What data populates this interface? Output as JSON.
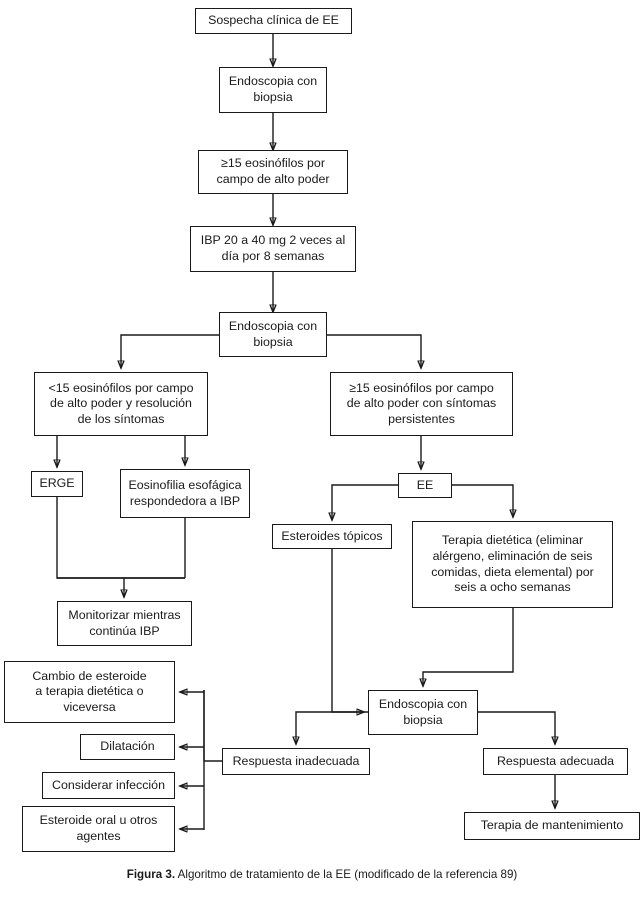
{
  "figure": {
    "caption_label": "Figura 3.",
    "caption_text": " Algoritmo de tratamiento de la EE (modificado de la referencia 89)",
    "stroke_color": "#1a1a1a",
    "background_color": "#ffffff"
  },
  "nodes": {
    "sospecha_clinica": "Sospecha clínica de EE",
    "endoscopia_biopsia_1": "Endoscopia con\nbiopsia",
    "eosinofilos_15": "≥15 eosinófilos por\ncampo de alto poder",
    "ibp_dosis": "IBP 20 a 40 mg 2 veces al\ndía por 8 semanas",
    "endoscopia_biopsia_2": "Endoscopia con\nbiopsia",
    "menos_15_resolucion": "<15 eosinófilos por campo\nde alto poder y resolución\nde los síntomas",
    "mas_15_persistentes": "≥15 eosinófilos por campo\nde alto poder con síntomas\npersistentes",
    "erge": "ERGE",
    "eosinofilia_respondedora": "Eosinofilia esofágica\nrespondedora a IBP",
    "ee": "EE",
    "esteroides_topicos": "Esteroides tópicos",
    "terapia_dietetica": "Terapia dietética (eliminar\nalérgeno, eliminación de seis\ncomidas, dieta elemental)  por\nseis a ocho semanas",
    "monitorizar": "Monitorizar mientras\ncontinúa IBP",
    "endoscopia_biopsia_3": "Endoscopia con\nbiopsia",
    "respuesta_inadecuada": "Respuesta inadecuada",
    "respuesta_adecuada": "Respuesta adecuada",
    "terapia_mantenimiento": "Terapia de mantenimiento",
    "cambio_esteroide": "Cambio de esteroide\na terapia dietética o\nviceversa",
    "dilatacion": "Dilatación",
    "considerar_infeccion": "Considerar infección",
    "esteroide_oral": "Esteroide oral u otros\nagentes"
  }
}
